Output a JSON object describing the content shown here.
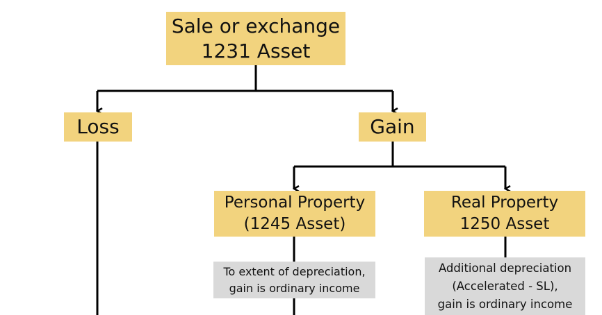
{
  "diagram": {
    "root": {
      "lines": [
        "Sale or exchange",
        "1231 Asset"
      ]
    },
    "loss": {
      "lines": [
        "Loss"
      ]
    },
    "gain": {
      "lines": [
        "Gain"
      ]
    },
    "personal_property": {
      "lines": [
        "Personal Property",
        "(1245 Asset)"
      ]
    },
    "real_property": {
      "lines": [
        "Real Property",
        "1250 Asset"
      ]
    },
    "personal_property_note": {
      "lines": [
        "To extent of depreciation,",
        "gain is ordinary income"
      ]
    },
    "real_property_note": {
      "lines": [
        "Additional depreciation",
        "(Accelerated - SL),",
        "gain is ordinary income"
      ]
    }
  },
  "colors": {
    "node_fill": "#f2d37e",
    "note_fill": "#d9d9d9",
    "connector": "#000000",
    "text": "#111111"
  }
}
